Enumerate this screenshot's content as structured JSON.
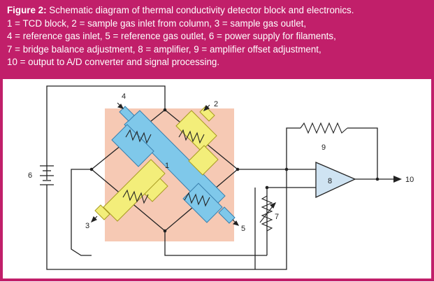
{
  "caption": {
    "label": "Figure 2:",
    "lines": [
      "Schematic diagram of thermal conductivity detector block and electronics.",
      "1 = TCD block, 2 = sample gas inlet from column, 3 = sample gas outlet,",
      "4 = reference gas inlet, 5 = reference gas outlet, 6 = power supply for filaments,",
      "7 = bridge balance adjustment, 8 = amplifier, 9 = amplifier offset adjustment,",
      "10 = output to A/D converter and signal processing."
    ]
  },
  "diagram": {
    "labels": {
      "block": "1",
      "sample_inlet": "2",
      "sample_outlet": "3",
      "reference_inlet": "4",
      "reference_outlet": "5",
      "power_supply": "6",
      "bridge_balance": "7",
      "amplifier": "8",
      "amplifier_offset": "9",
      "output": "10"
    },
    "colors": {
      "frame": "#c11f6a",
      "block": "#f6c9b4",
      "reference_cell": "#7fc8ea",
      "sample_cell": "#f3ee7a",
      "wire": "#222222",
      "amplifier": "#cfe3f2"
    }
  }
}
